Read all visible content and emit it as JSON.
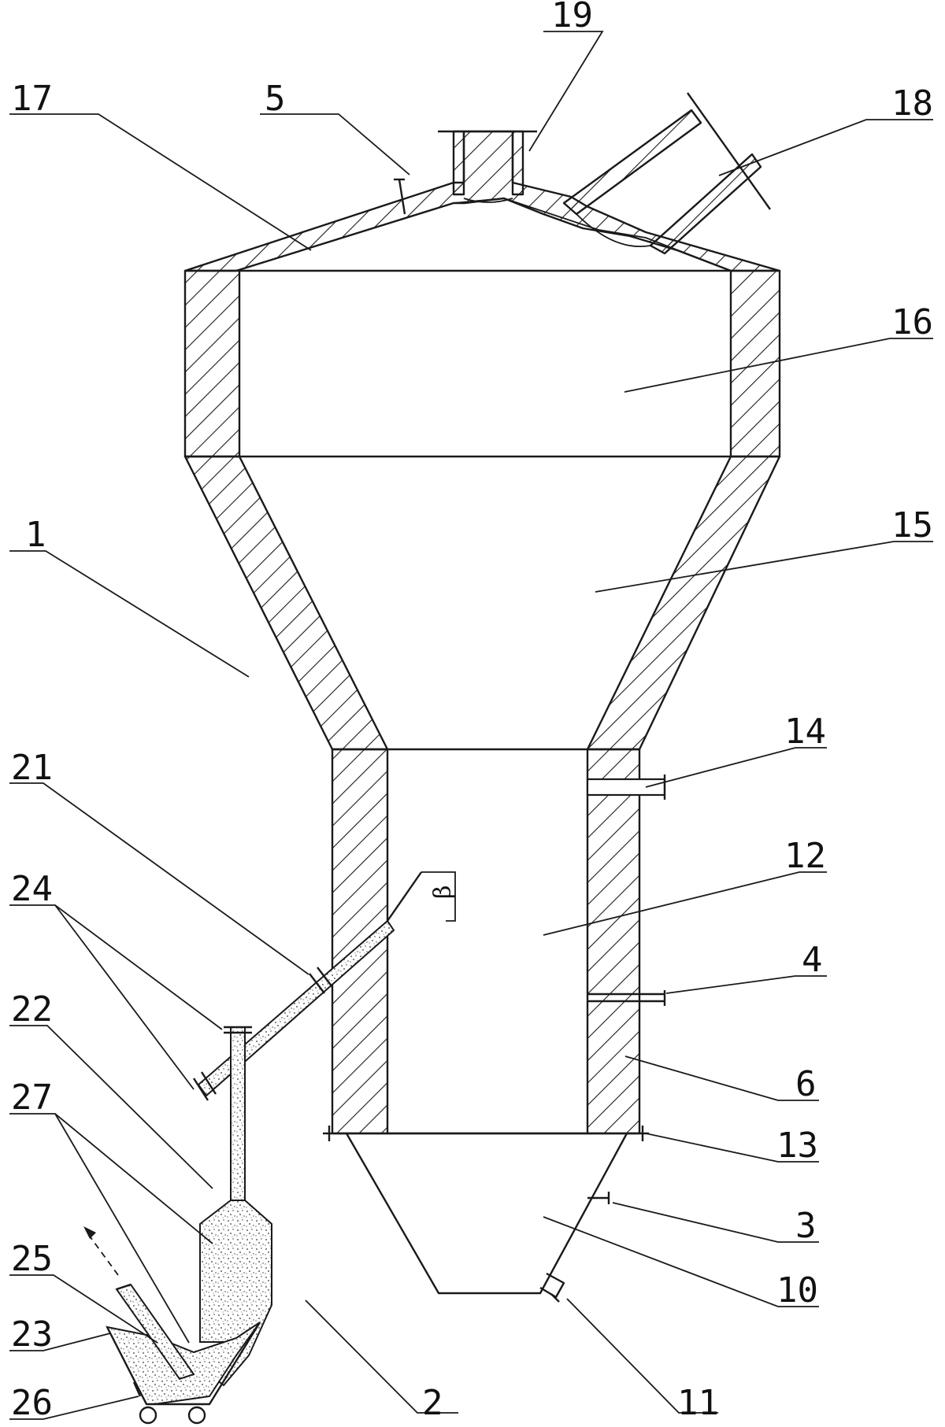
{
  "figure": {
    "labels": {
      "l1": "1",
      "l2": "2",
      "l3": "3",
      "l4": "4",
      "l5": "5",
      "l6": "6",
      "l10": "10",
      "l11": "11",
      "l12": "12",
      "l13": "13",
      "l14": "14",
      "l15": "15",
      "l16": "16",
      "l17": "17",
      "l18": "18",
      "l19": "19",
      "l21": "21",
      "l22": "22",
      "l23": "23",
      "l24": "24",
      "l25": "25",
      "l26": "26",
      "l27": "27"
    },
    "angle_symbol": "β"
  }
}
